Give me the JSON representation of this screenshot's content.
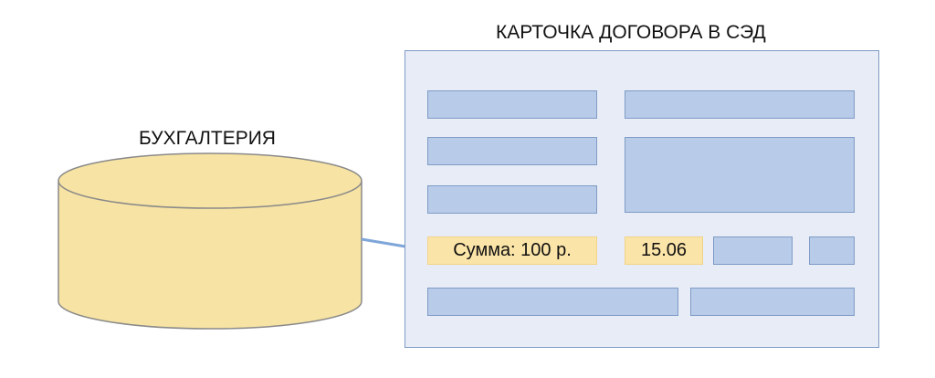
{
  "accounting": {
    "label": "БУХГАЛТЕРИЯ"
  },
  "card": {
    "title": "КАРТОЧКА ДОГОВОРА В СЭД",
    "amount_field": "Сумма: 100 р.",
    "date_field": "15.06"
  },
  "colors": {
    "cylinder_fill": "#f7e3a3",
    "cylinder_stroke": "#8a8a8a",
    "card_fill": "#e7ecf6",
    "field_fill": "#b8cbe8",
    "field_stroke": "#7f9bc6",
    "highlight_fill": "#fbe4a8",
    "arrow": "#7fa6d9"
  }
}
